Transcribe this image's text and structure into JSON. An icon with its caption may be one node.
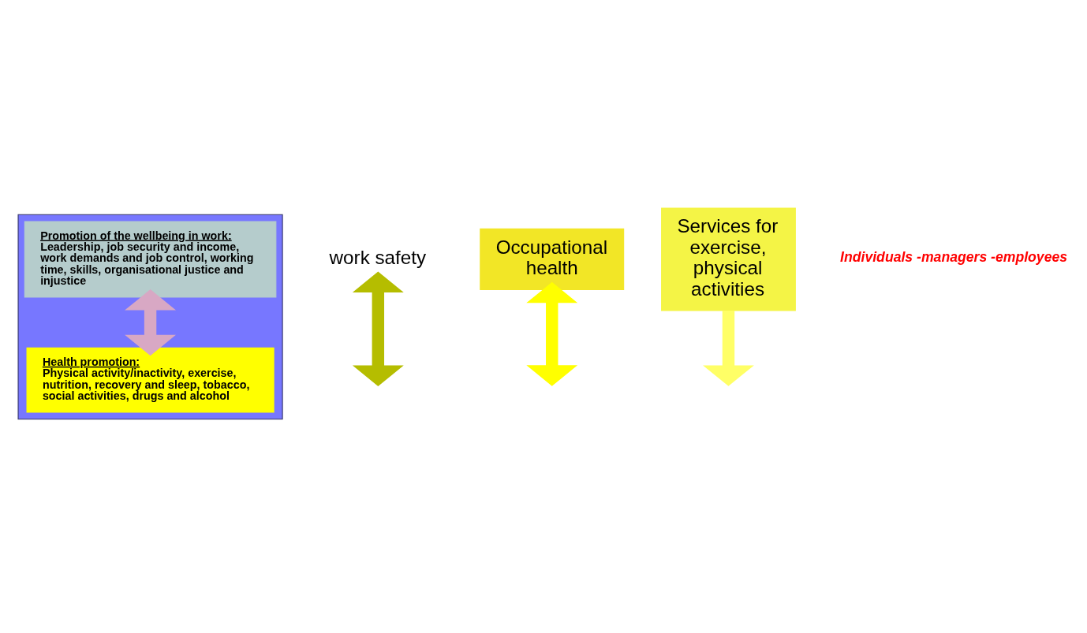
{
  "diagram": {
    "nodes": [
      {
        "text": [],
        "shape": "box"
      },
      {
        "text": [
          "Promotion of the wellbeing in work:",
          "Leadership, job security and income, work demands and job control, working time, skills, organisational justice and injustice"
        ],
        "in": 0
      },
      {
        "text": [
          "Health promotion:",
          "Physical activity/inactivity, exercise, nutrition, recovery and sleep, tobacco, social activities, drugs and alcohol"
        ],
        "in": 0
      },
      {
        "text": [
          "work safety"
        ]
      },
      {
        "text": [
          "Occupational health"
        ]
      },
      {
        "text": [
          "Services for exercise, physical activities"
        ]
      }
    ],
    "edges": [
      {
        "from": 1,
        "to": 2,
        "arrow": "both",
        "color": "#d8a8c4"
      },
      {
        "from": 3,
        "to": null,
        "arrow": "both",
        "color": "#b5bd00"
      },
      {
        "from": 4,
        "to": null,
        "arrow": "both",
        "color": "#ffff00"
      },
      {
        "from": 5,
        "to": null,
        "arrow": "to",
        "color": "#ffff66"
      }
    ],
    "labels": [
      "Individuals -managers -employees"
    ]
  }
}
